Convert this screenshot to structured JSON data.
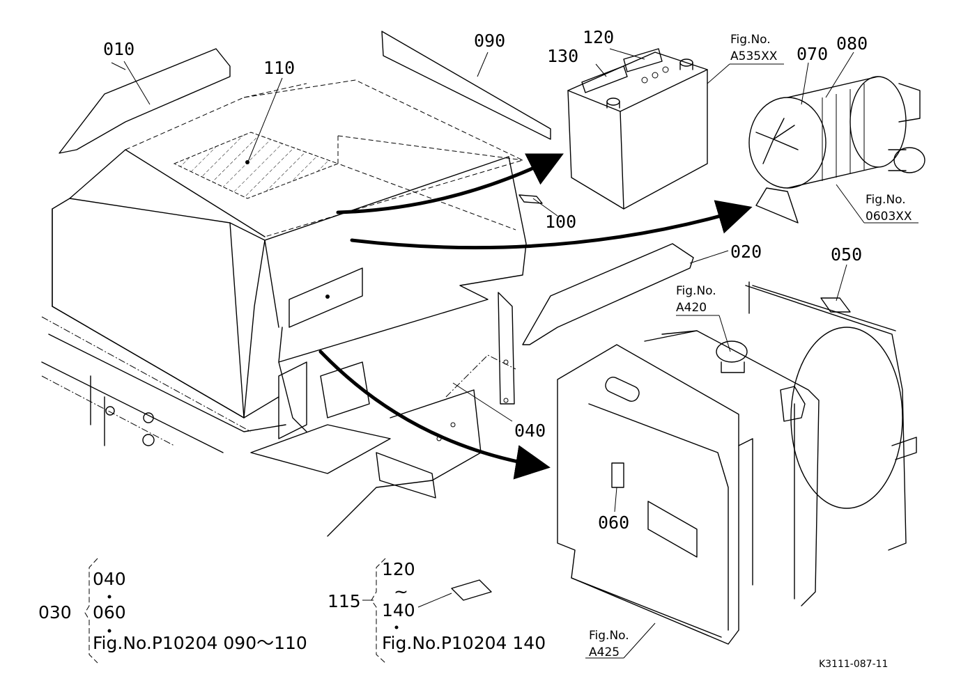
{
  "part_labels": {
    "p010": "010",
    "p020": "020",
    "p040": "040",
    "p050": "050",
    "p060": "060",
    "p070": "070",
    "p080": "080",
    "p090": "090",
    "p100": "100",
    "p110": "110",
    "p120": "120",
    "p130": "130"
  },
  "figure_refs": {
    "battery_ref_line1": "Fig.No.",
    "battery_ref_line2": "A535XX",
    "aircleaner_ref_line1": "Fig.No.",
    "aircleaner_ref_line2": "0603XX",
    "radiator_ref_line1": "Fig.No.",
    "radiator_ref_line2": "A420",
    "shroud_ref_line1": "Fig.No.",
    "shroud_ref_line2": "A425"
  },
  "set_030": {
    "label": "030",
    "items": [
      "040",
      "060",
      "Fig.No.P10204  090～110"
    ]
  },
  "set_115": {
    "label": "115",
    "range_start": "120",
    "range_sep": "~",
    "range_end": "140",
    "ref": "Fig.No.P10204  140"
  },
  "drawing_code": "K3111-087-11"
}
